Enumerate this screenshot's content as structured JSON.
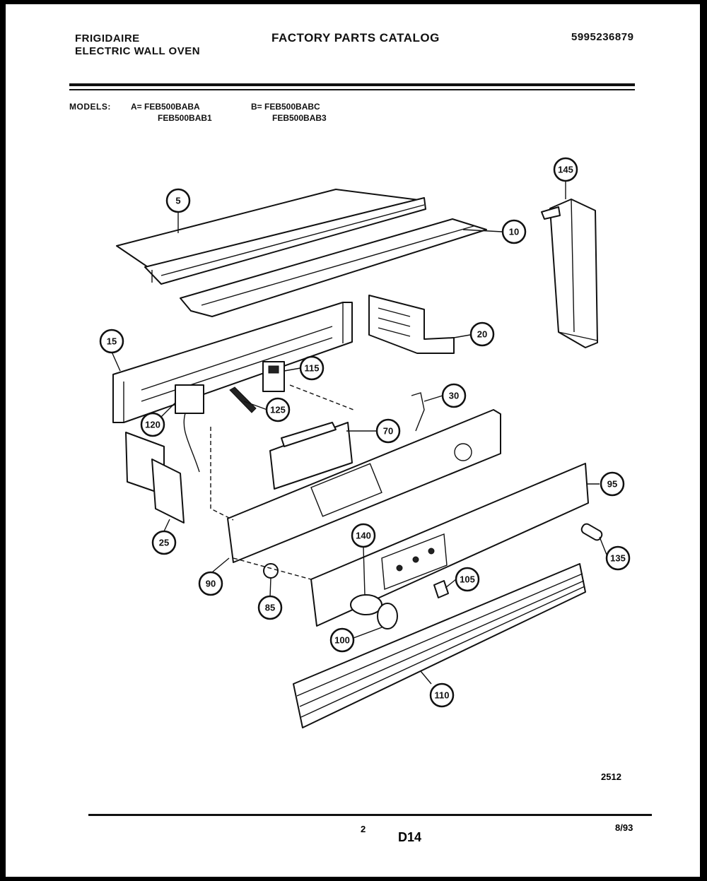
{
  "header": {
    "brand_line1": "FRIGIDAIRE",
    "brand_line2": "ELECTRIC WALL OVEN",
    "title": "FACTORY PARTS CATALOG",
    "catalog_number": "5995236879"
  },
  "models": {
    "label": "MODELS:",
    "col_a": [
      "A= FEB500BABA",
      "FEB500BAB1"
    ],
    "col_b": [
      "B= FEB500BABC",
      "FEB500BAB3"
    ]
  },
  "callouts": [
    "5",
    "10",
    "145",
    "15",
    "20",
    "115",
    "30",
    "125",
    "120",
    "70",
    "95",
    "25",
    "135",
    "90",
    "140",
    "105",
    "85",
    "100",
    "110"
  ],
  "footer": {
    "ref": "2512",
    "page": "2",
    "code": "D14",
    "date": "8/93"
  },
  "colors": {
    "ink": "#111111",
    "paper": "#ffffff",
    "border": "#000000"
  }
}
